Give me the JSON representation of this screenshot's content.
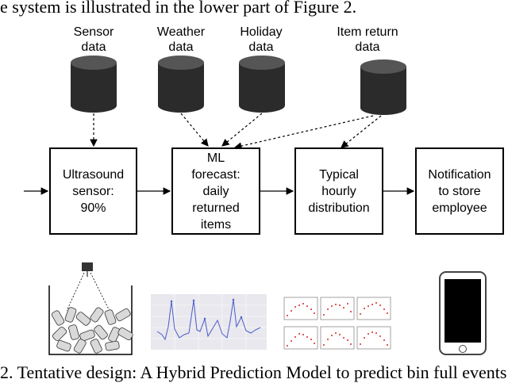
{
  "text": {
    "top": "e system is illustrated in the lower part of Figure 2.",
    "bottom": "2. Tentative design: A Hybrid Prediction Model to predict bin full events"
  },
  "sources": [
    {
      "id": "sensor",
      "label": "Sensor\ndata"
    },
    {
      "id": "weather",
      "label": "Weather\ndata"
    },
    {
      "id": "holiday",
      "label": "Holiday\ndata"
    },
    {
      "id": "item_return",
      "label": "Item return\ndata"
    }
  ],
  "boxes": [
    {
      "id": "ultrasound",
      "label": "Ultrasound\nsensor:\n90%"
    },
    {
      "id": "ml",
      "label": "ML\nforecast:\ndaily\nreturned\nitems"
    },
    {
      "id": "hourly",
      "label": "Typical\nhourly\ndistribution"
    },
    {
      "id": "notify",
      "label": "Notification\nto store\nemployee"
    }
  ],
  "colors": {
    "cylinder": "#2b2b2b",
    "line_plot": "#4a5cc9",
    "hourly_dots": "#d62728",
    "grid_bg": "#e8e8ee"
  }
}
